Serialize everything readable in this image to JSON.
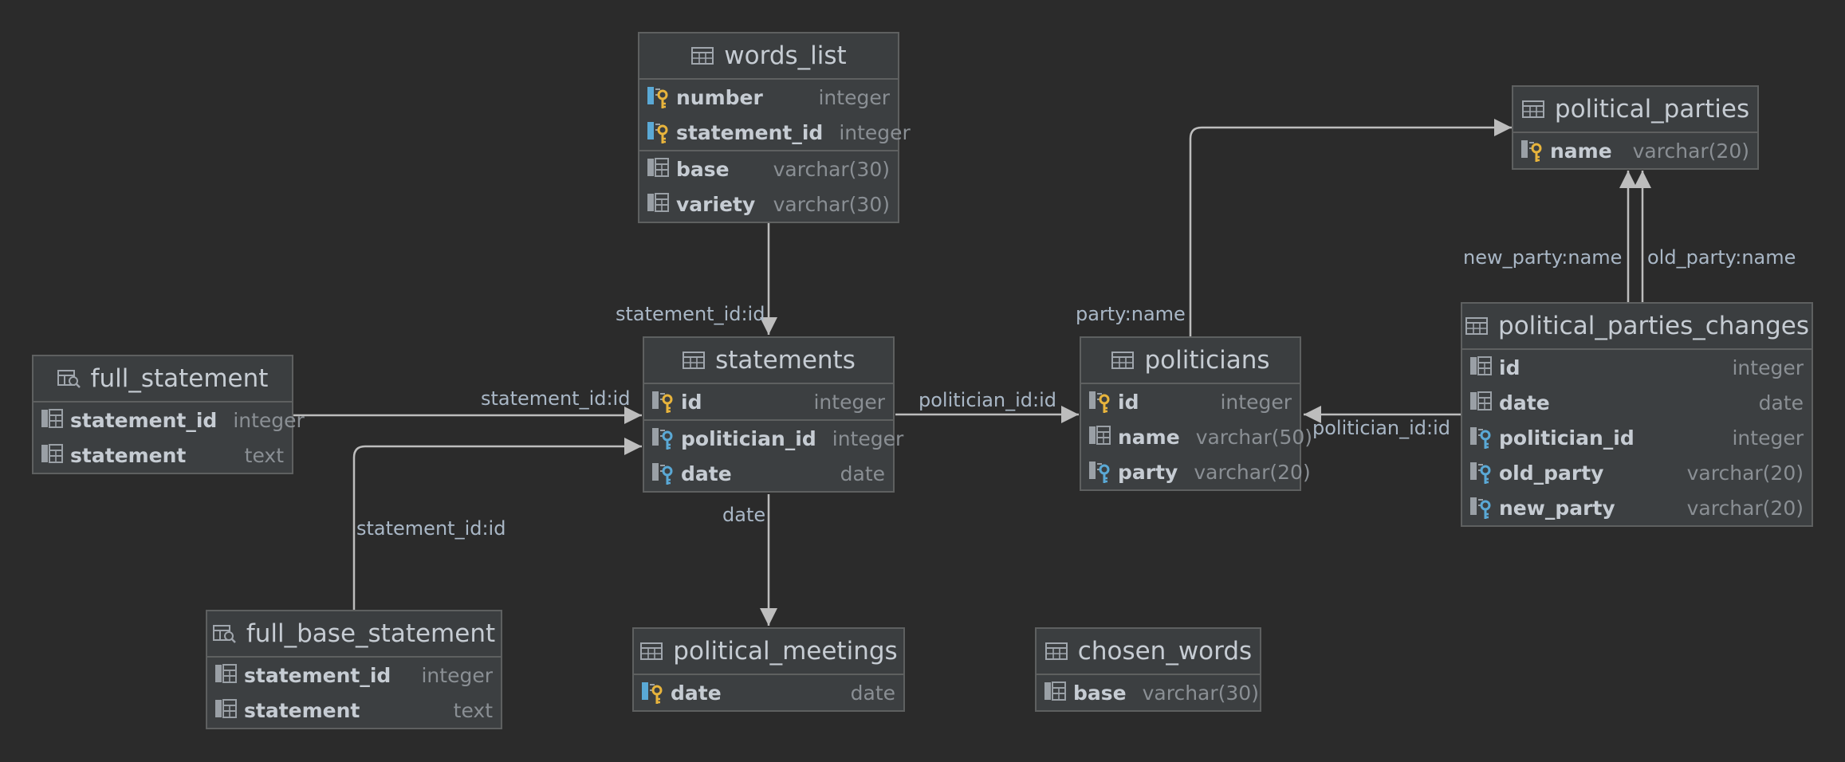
{
  "colors": {
    "background": "#2b2b2b",
    "table_fill": "#3c3f41",
    "table_border": "#5e6060",
    "edge": "#bdbdbd",
    "primary_key": "#e8b43c",
    "foreign_key": "#5aa9d6",
    "column_icon": "#9aa0a6"
  },
  "tables": {
    "words_list": {
      "name": "words_list",
      "kind": "table",
      "columns": [
        {
          "name": "number",
          "type": "integer",
          "icon": "primary-foreign-key-icon"
        },
        {
          "name": "statement_id",
          "type": "integer",
          "icon": "primary-foreign-key-icon"
        },
        {
          "name": "base",
          "type": "varchar(30)",
          "icon": "column-icon"
        },
        {
          "name": "variety",
          "type": "varchar(30)",
          "icon": "column-icon"
        }
      ]
    },
    "political_parties": {
      "name": "political_parties",
      "kind": "table",
      "columns": [
        {
          "name": "name",
          "type": "varchar(20)",
          "icon": "primary-key-icon"
        }
      ]
    },
    "full_statement": {
      "name": "full_statement",
      "kind": "view",
      "columns": [
        {
          "name": "statement_id",
          "type": "integer",
          "icon": "column-icon"
        },
        {
          "name": "statement",
          "type": "text",
          "icon": "column-icon"
        }
      ]
    },
    "statements": {
      "name": "statements",
      "kind": "table",
      "columns": [
        {
          "name": "id",
          "type": "integer",
          "icon": "primary-key-icon"
        },
        {
          "name": "politician_id",
          "type": "integer",
          "icon": "foreign-key-icon"
        },
        {
          "name": "date",
          "type": "date",
          "icon": "foreign-key-icon"
        }
      ]
    },
    "politicians": {
      "name": "politicians",
      "kind": "table",
      "columns": [
        {
          "name": "id",
          "type": "integer",
          "icon": "primary-key-icon"
        },
        {
          "name": "name",
          "type": "varchar(50)",
          "icon": "column-icon"
        },
        {
          "name": "party",
          "type": "varchar(20)",
          "icon": "foreign-key-icon"
        }
      ]
    },
    "political_parties_changes": {
      "name": "political_parties_changes",
      "kind": "table",
      "columns": [
        {
          "name": "id",
          "type": "integer",
          "icon": "column-icon"
        },
        {
          "name": "date",
          "type": "date",
          "icon": "column-icon"
        },
        {
          "name": "politician_id",
          "type": "integer",
          "icon": "foreign-key-icon"
        },
        {
          "name": "old_party",
          "type": "varchar(20)",
          "icon": "foreign-key-icon"
        },
        {
          "name": "new_party",
          "type": "varchar(20)",
          "icon": "foreign-key-icon"
        }
      ]
    },
    "full_base_statement": {
      "name": "full_base_statement",
      "kind": "view",
      "columns": [
        {
          "name": "statement_id",
          "type": "integer",
          "icon": "column-icon"
        },
        {
          "name": "statement",
          "type": "text",
          "icon": "column-icon"
        }
      ]
    },
    "political_meetings": {
      "name": "political_meetings",
      "kind": "table",
      "columns": [
        {
          "name": "date",
          "type": "date",
          "icon": "primary-foreign-key-icon"
        }
      ]
    },
    "chosen_words": {
      "name": "chosen_words",
      "kind": "table",
      "columns": [
        {
          "name": "base",
          "type": "varchar(30)",
          "icon": "column-icon"
        }
      ]
    }
  },
  "relations": {
    "words_list_to_statements": {
      "from": "words_list",
      "to": "statements",
      "label": "statement_id:id"
    },
    "full_statement_to_statements": {
      "from": "full_statement",
      "to": "statements",
      "label": "statement_id:id"
    },
    "full_base_statement_to_statements": {
      "from": "full_base_statement",
      "to": "statements",
      "label": "statement_id:id"
    },
    "statements_to_politicians": {
      "from": "statements",
      "to": "politicians",
      "label": "politician_id:id"
    },
    "statements_to_political_meetings": {
      "from": "statements",
      "to": "political_meetings",
      "label": "date"
    },
    "politicians_to_political_parties": {
      "from": "politicians",
      "to": "political_parties",
      "label": "party:name"
    },
    "changes_to_politicians": {
      "from": "political_parties_changes",
      "to": "politicians",
      "label": "politician_id:id"
    },
    "changes_new_party": {
      "from": "political_parties_changes",
      "to": "political_parties",
      "label": "new_party:name"
    },
    "changes_old_party": {
      "from": "political_parties_changes",
      "to": "political_parties",
      "label": "old_party:name"
    }
  }
}
